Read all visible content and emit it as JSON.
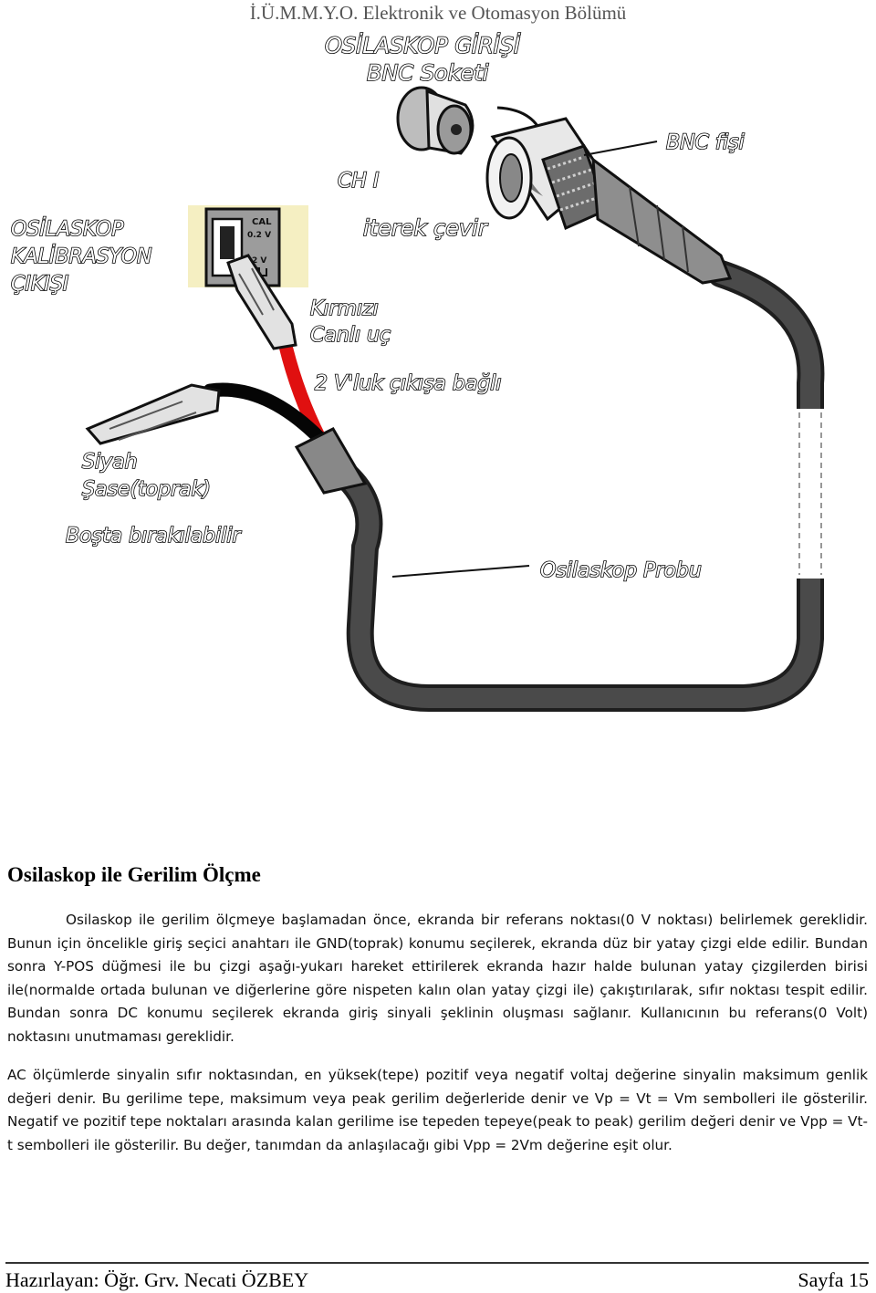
{
  "header": {
    "title": "İ.Ü.M.M.Y.O. Elektronik ve Otomasyon Bölümü"
  },
  "figure": {
    "labels": {
      "input_line1": "OSİLASKOP GİRİŞİ",
      "input_line2": "BNC Soketi",
      "channel": "CH I",
      "bnc_plug": "BNC fişi",
      "push_turn": "iterek çevir",
      "cal_line1": "OSİLASKOP",
      "cal_line2": "KALİBRASYON",
      "cal_line3": "ÇIKIŞI",
      "red_line1": "Kırmızı",
      "red_line2": "Canlı uç",
      "connected": "2 V'luk çıkışa bağlı",
      "black_line1": "Siyah",
      "black_line2": "Şase(toprak)",
      "free": "Boşta bırakılabilir",
      "probe": "Osilaskop Probu",
      "cal_panel_title": "CAL",
      "cal_panel_value1": "0.2 V",
      "cal_panel_value2": "2 V"
    },
    "colors": {
      "cable": "#3d3d3d",
      "red_wire": "#e01010",
      "panel_bg": "#f5efc2",
      "clip": "#dcdcdc"
    }
  },
  "section": {
    "title": "Osilaskop ile Gerilim Ölçme"
  },
  "paragraphs": {
    "p1": "Osilaskop ile gerilim ölçmeye başlamadan önce, ekranda bir referans noktası(0 V noktası) belirlemek gereklidir. Bunun için öncelikle giriş seçici anahtarı ile GND(toprak) konumu seçilerek, ekranda düz bir yatay çizgi elde edilir. Bundan sonra Y-POS düğmesi ile bu çizgi aşağı-yukarı hareket ettirilerek ekranda hazır halde bulunan yatay çizgilerden birisi ile(normalde ortada bulunan ve diğerlerine göre nispeten kalın olan yatay çizgi ile) çakıştırılarak, sıfır noktası tespit edilir. Bundan sonra DC konumu seçilerek ekranda giriş sinyali şeklinin oluşması sağlanır. Kullanıcının bu referans(0 Volt) noktasını unutmaması gereklidir.",
    "p2": "AC ölçümlerde sinyalin sıfır noktasından, en yüksek(tepe) pozitif veya negatif voltaj değerine sinyalin maksimum genlik değeri denir. Bu gerilime tepe, maksimum veya peak gerilim değerleride denir ve Vp = Vt = Vm sembolleri ile gösterilir. Negatif ve pozitif tepe noktaları arasında kalan gerilime ise tepeden tepeye(peak to peak) gerilim değeri denir ve Vpp = Vt-t sembolleri ile gösterilir. Bu değer, tanımdan da anlaşılacağı gibi Vpp = 2Vm değerine eşit olur."
  },
  "footer": {
    "author": "Hazırlayan: Öğr. Grv. Necati ÖZBEY",
    "page": "Sayfa 15"
  }
}
